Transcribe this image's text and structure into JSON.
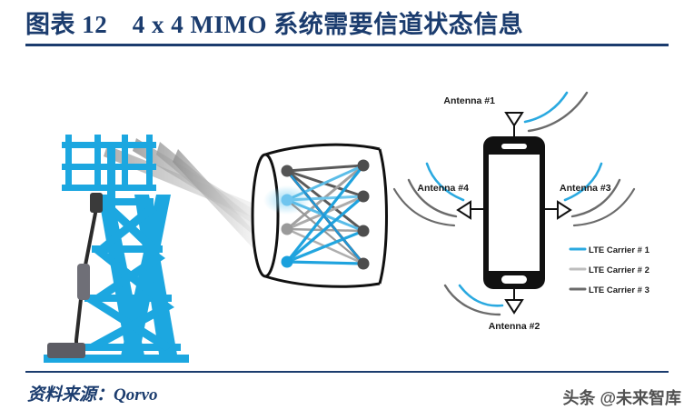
{
  "header": {
    "figure_label": "图表",
    "figure_number": "12",
    "title": "图表 12　4 x 4 MIMO 系统需要信道状态信息",
    "rule_color": "#1b3c6e"
  },
  "footer": {
    "source": "资料来源：Qorvo",
    "watermark": "头条 @未来智库"
  },
  "diagram": {
    "tower": {
      "name": "cell-tower",
      "color": "#1ca7e0",
      "cable_color": "#2b2b2b",
      "beam_color": "#b9b9b9",
      "beam_count": 4
    },
    "channel_cylinder": {
      "name": "channel-matrix-cylinder",
      "outline_color": "#111111",
      "left_nodes": 4,
      "right_nodes": 4,
      "left_node_colors": [
        "#555555",
        "#6fc5ef",
        "#9a9a9a",
        "#19a0dd"
      ],
      "right_node_colors": [
        "#4d4d4d",
        "#4d4d4d",
        "#4d4d4d",
        "#4d4d4d"
      ]
    },
    "phone": {
      "name": "smartphone",
      "body_color": "#111111",
      "screen_color": "#ffffff"
    },
    "antennas": [
      {
        "id": "antenna-1",
        "label": "Antenna #1",
        "position": "top"
      },
      {
        "id": "antenna-2",
        "label": "Antenna #2",
        "position": "bottom"
      },
      {
        "id": "antenna-3",
        "label": "Antenna #3",
        "position": "right"
      },
      {
        "id": "antenna-4",
        "label": "Antenna #4",
        "position": "left"
      }
    ],
    "legend": {
      "items": [
        {
          "label": "LTE Carrier # 1",
          "color": "#2aa9e0"
        },
        {
          "label": "LTE Carrier # 2",
          "color": "#bdbdbd"
        },
        {
          "label": "LTE Carrier # 3",
          "color": "#6b6b6b"
        }
      ]
    }
  }
}
